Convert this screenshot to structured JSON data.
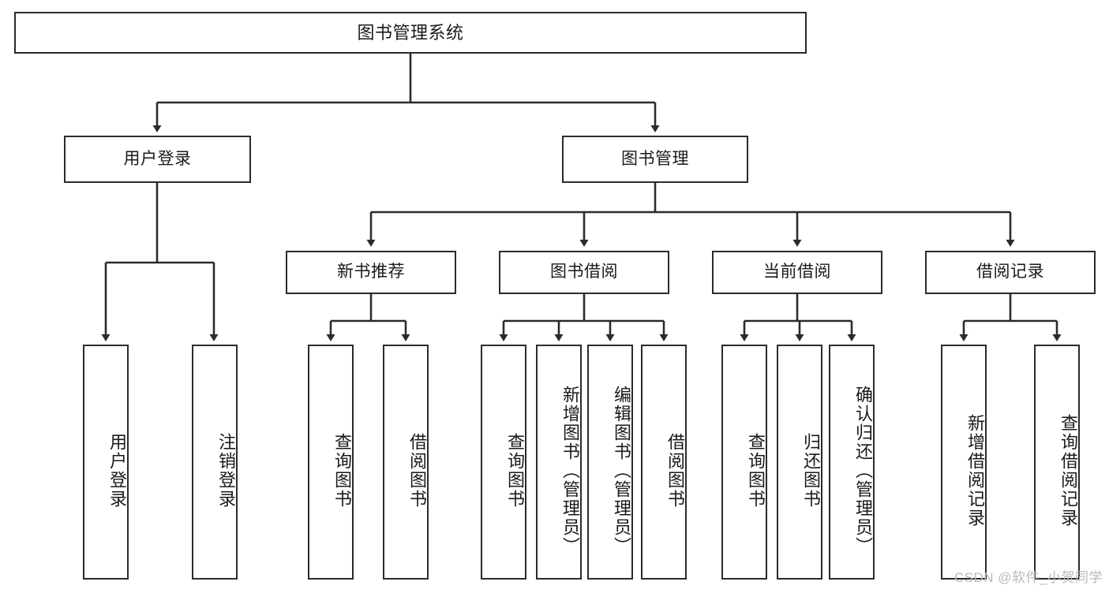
{
  "diagram": {
    "title": "图书管理系统",
    "type": "hierarchy-tree",
    "background_color": "#ffffff",
    "box_border_color": "#2b2b2b",
    "text_color": "#1a1a1a",
    "connector_color": "#2b2b2b"
  },
  "nodes": {
    "root": {
      "label": "图书管理系统",
      "level": 1
    },
    "level2": [
      {
        "id": "user-login",
        "label": "用户登录"
      },
      {
        "id": "book-manage",
        "label": "图书管理"
      }
    ],
    "level3": [
      {
        "id": "new-book-recommend",
        "label": "新书推荐"
      },
      {
        "id": "book-borrow",
        "label": "图书借阅"
      },
      {
        "id": "current-borrow",
        "label": "当前借阅"
      },
      {
        "id": "borrow-record",
        "label": "借阅记录"
      }
    ],
    "leaves": [
      {
        "id": "leaf-user-login",
        "label": "用户登录",
        "parent": "user-login"
      },
      {
        "id": "leaf-logout",
        "label": "注销登录",
        "parent": "user-login"
      },
      {
        "id": "leaf-query-book-1",
        "label": "查询图书",
        "parent": "new-book-recommend"
      },
      {
        "id": "leaf-borrow-book-1",
        "label": "借阅图书",
        "parent": "new-book-recommend"
      },
      {
        "id": "leaf-query-book-2",
        "label": "查询图书",
        "parent": "book-borrow"
      },
      {
        "id": "leaf-add-book",
        "label": "新增图书（管理员）",
        "parent": "book-borrow"
      },
      {
        "id": "leaf-edit-book",
        "label": "编辑图书（管理员）",
        "parent": "book-borrow"
      },
      {
        "id": "leaf-borrow-book-2",
        "label": "借阅图书",
        "parent": "book-borrow"
      },
      {
        "id": "leaf-query-book-3",
        "label": "查询图书",
        "parent": "current-borrow"
      },
      {
        "id": "leaf-return-book",
        "label": "归还图书",
        "parent": "current-borrow"
      },
      {
        "id": "leaf-confirm-return",
        "label": "确认归还（管理员）",
        "parent": "current-borrow"
      },
      {
        "id": "leaf-add-record",
        "label": "新增借阅记录",
        "parent": "borrow-record"
      },
      {
        "id": "leaf-query-record",
        "label": "查询借阅记录",
        "parent": "borrow-record"
      }
    ]
  },
  "watermark": {
    "text": "CSDN @软件_小贺同学"
  }
}
